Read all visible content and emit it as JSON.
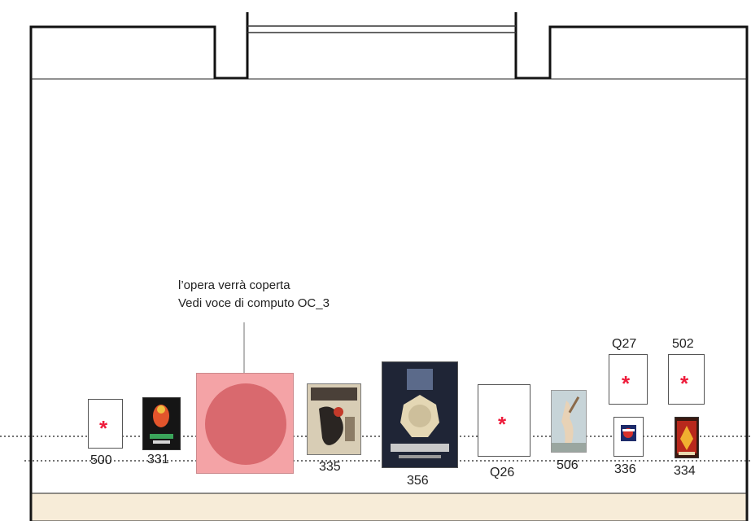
{
  "note": {
    "line1": "l’opera verrà coperta",
    "line2": "Vedi voce di computo OC_3"
  },
  "marker_symbol": "*",
  "colors": {
    "marker": "#ee1c3b",
    "covered_fill": "#f4a3a6",
    "covered_circle": "#d9696e",
    "floor_band": "#f7ecd8"
  },
  "artworks": {
    "a500": "500",
    "a331": "331",
    "a335": "335",
    "a356": "356",
    "aQ26": "Q26",
    "a506": "506",
    "aQ27": "Q27",
    "a336": "336",
    "a502": "502",
    "a334": "334"
  }
}
